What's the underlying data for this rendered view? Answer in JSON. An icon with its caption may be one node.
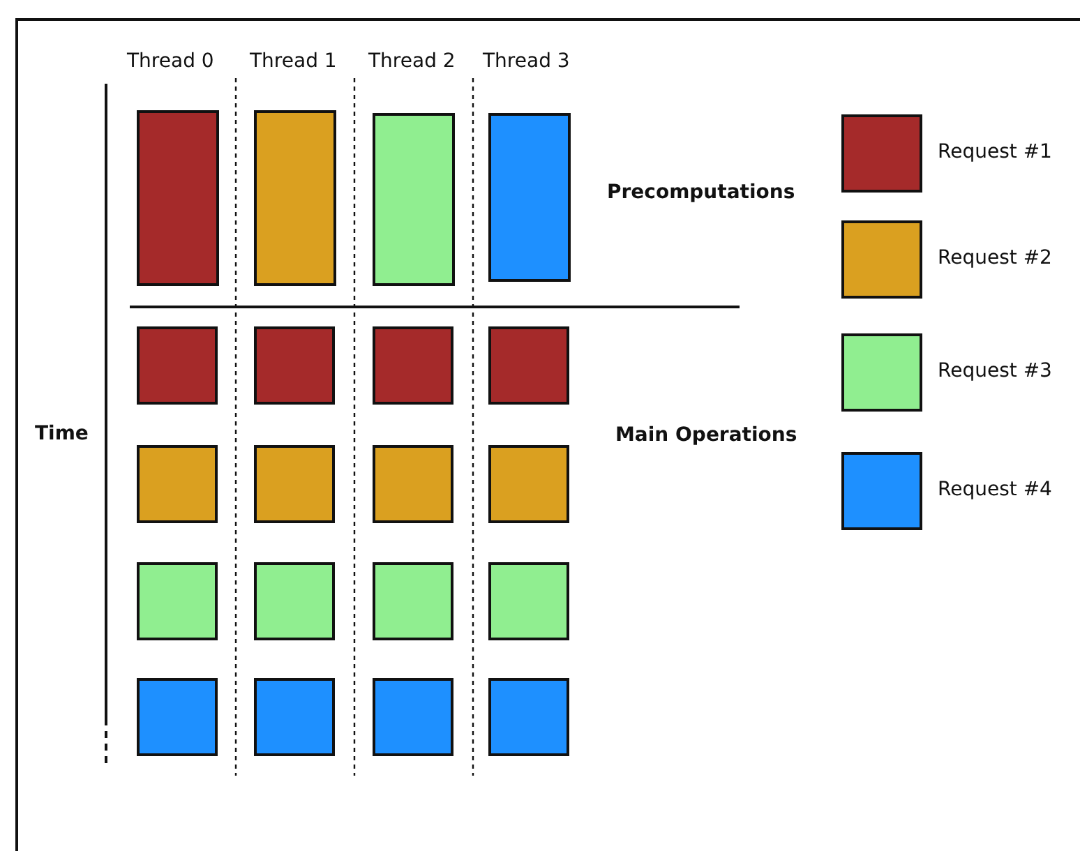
{
  "diagram": {
    "labels": [
      "Thread 0",
      "Thread 1",
      "Thread 2",
      "Thread 3",
      "Precomputations",
      "Time",
      "Main Operations"
    ],
    "legend": [
      {
        "text": "Request #1",
        "color": "#a52a2a"
      },
      {
        "text": "Request #2",
        "color": "#daa020"
      },
      {
        "text": "Request #3",
        "color": "#90ee90"
      },
      {
        "text": "Request #4",
        "color": "#1e90ff"
      }
    ]
  }
}
